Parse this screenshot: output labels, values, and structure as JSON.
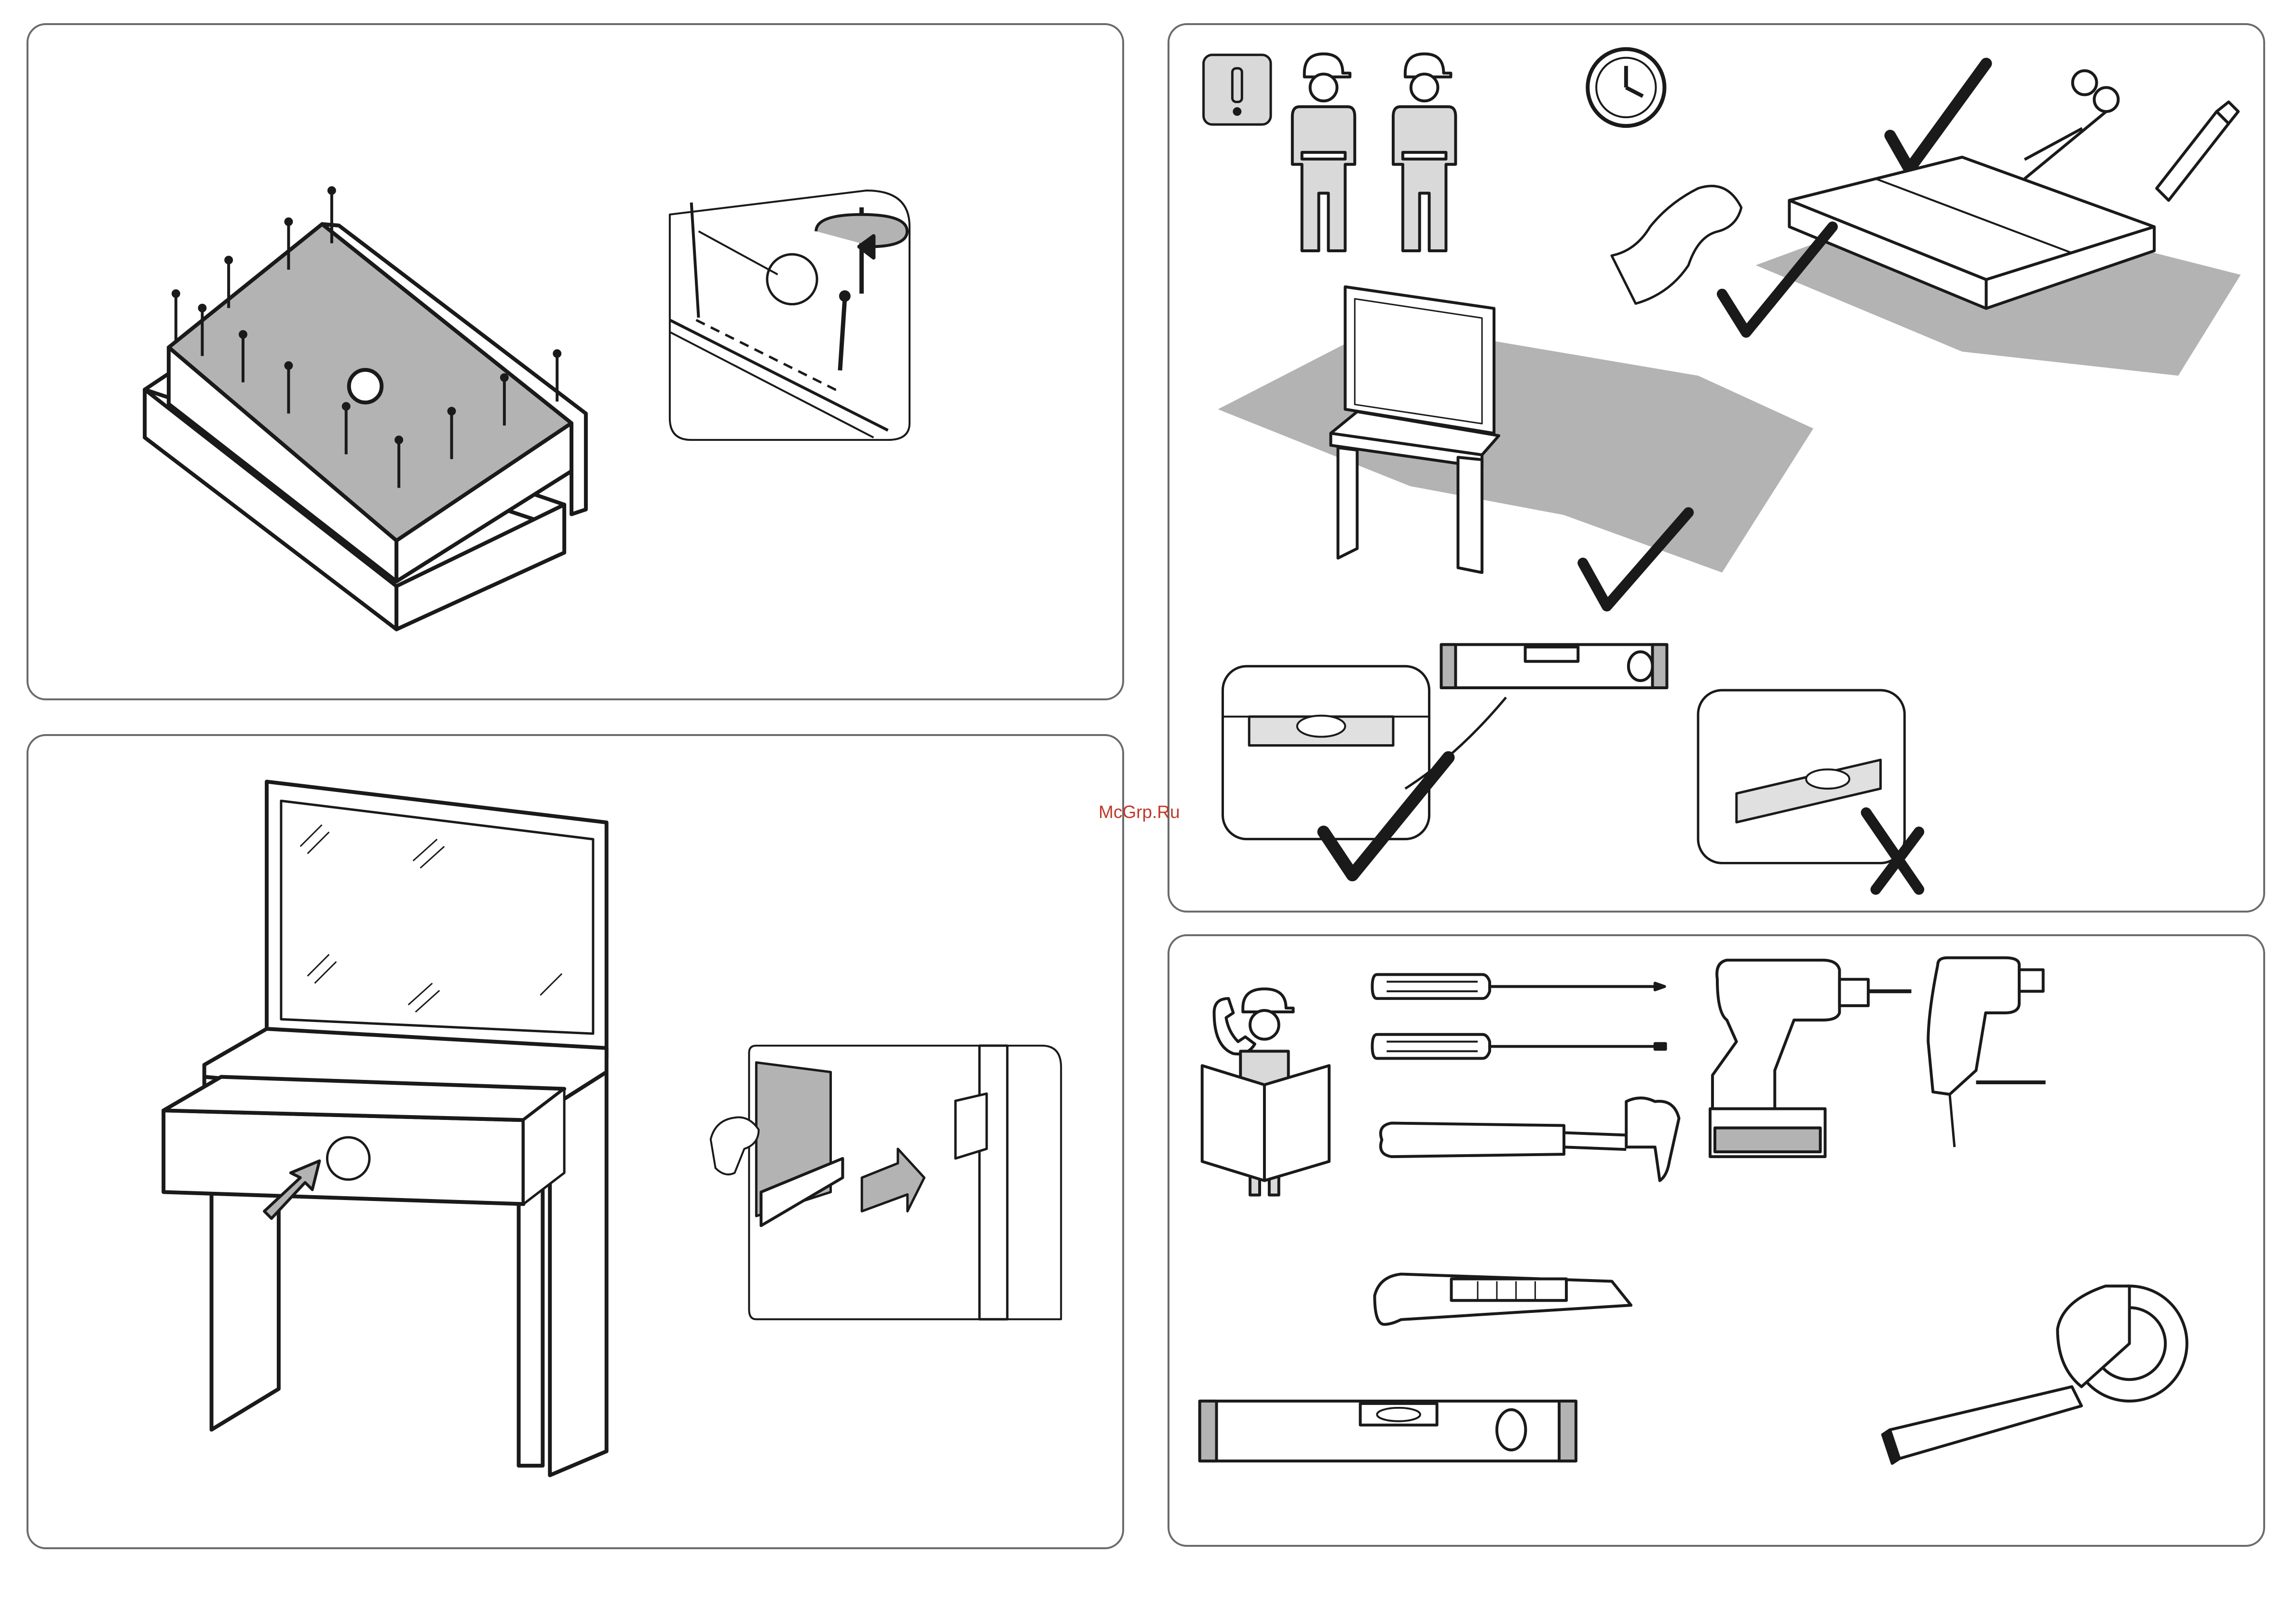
{
  "watermark": "McGrp.Ru",
  "colors": {
    "line": "#1a1a1a",
    "fill_grey": "#b3b3b3",
    "panel_border": "#6b6b6b",
    "watermark": "#c0392b"
  },
  "panels": [
    {
      "id": "step-nails",
      "icons": [
        "cabinet-top-with-nails",
        "nail-detail-magnifier",
        "rotate-arrow-icon"
      ]
    },
    {
      "id": "step-drawer",
      "icons": [
        "vanity-with-mirror",
        "drawer-push-arrow",
        "drawer-rail-detail"
      ]
    },
    {
      "id": "preparation",
      "icons": [
        "warning-icon",
        "two-workers-icon",
        "clock-icon",
        "scissors-icon",
        "utility-knife-icon",
        "check-icon",
        "cross-icon",
        "spirit-level-icon"
      ]
    },
    {
      "id": "tools",
      "icons": [
        "phone-instructions-icon",
        "screwdriver-phillips-icon",
        "screwdriver-flat-icon",
        "hammer-icon",
        "cordless-drill-icon",
        "electric-drill-icon",
        "utility-knife-icon",
        "spirit-level-icon",
        "tape-measure-icon"
      ]
    }
  ]
}
